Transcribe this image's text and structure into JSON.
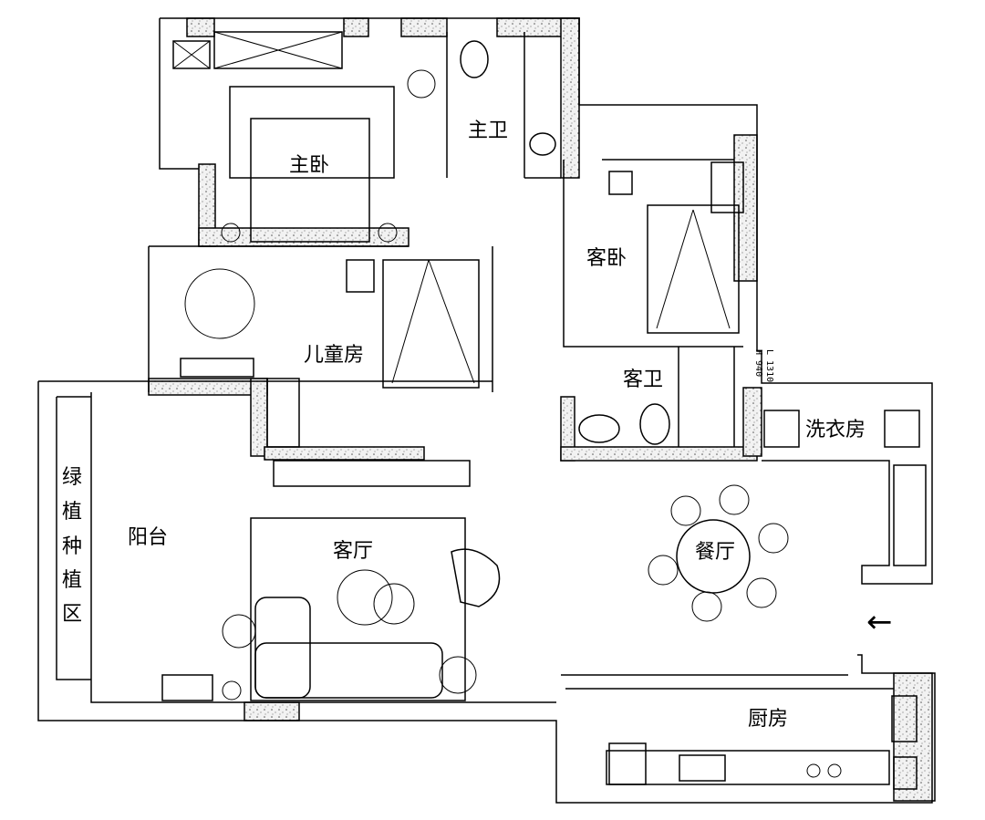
{
  "rooms": {
    "master_bedroom": "主卧",
    "master_bath": "主卫",
    "guest_bedroom": "客卧",
    "kids_room": "儿童房",
    "guest_bath": "客卫",
    "laundry": "洗衣房",
    "green_area": [
      "绿",
      "植",
      "种",
      "植",
      "区"
    ],
    "balcony": "阳台",
    "living_room": "客厅",
    "dining_room": "餐厅",
    "kitchen": "厨房"
  },
  "dimensions": {
    "length": "L 1310",
    "height": "H 940"
  },
  "entrance_arrow": "←"
}
